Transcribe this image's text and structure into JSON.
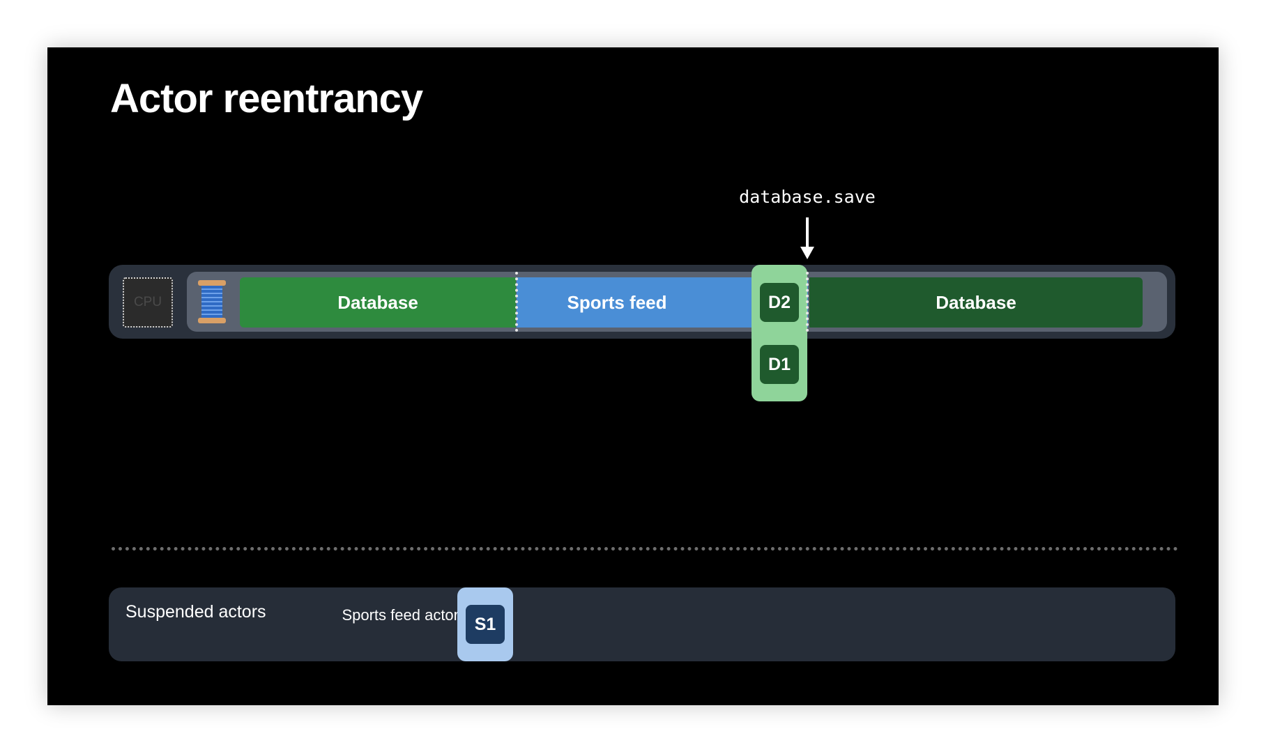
{
  "slide": {
    "title": "Actor reentrancy",
    "callout_text": "database.save"
  },
  "thread_lane": {
    "cpu_label": "CPU",
    "segments": [
      {
        "label": "Database",
        "color": "#2e8b3e"
      },
      {
        "label": "Sports feed",
        "color": "#4a8ed6"
      },
      {
        "label": "Database",
        "color": "#1f5a2d"
      }
    ],
    "tasks": [
      {
        "label": "D2",
        "color": "#1f5a2d"
      },
      {
        "label": "D1",
        "color": "#1f5a2d"
      }
    ],
    "pillar_color": "#8fd49a"
  },
  "suspended_actors": {
    "label": "Suspended actors",
    "actor_label": "Sports feed actor",
    "tasks": [
      {
        "label": "S1",
        "color": "#1e3c62"
      }
    ],
    "pillar_color": "#a9c9ee"
  },
  "icons": {
    "cpu": "cpu-chip-icon",
    "thread": "thread-spool-icon",
    "arrow": "down-arrow-icon"
  }
}
